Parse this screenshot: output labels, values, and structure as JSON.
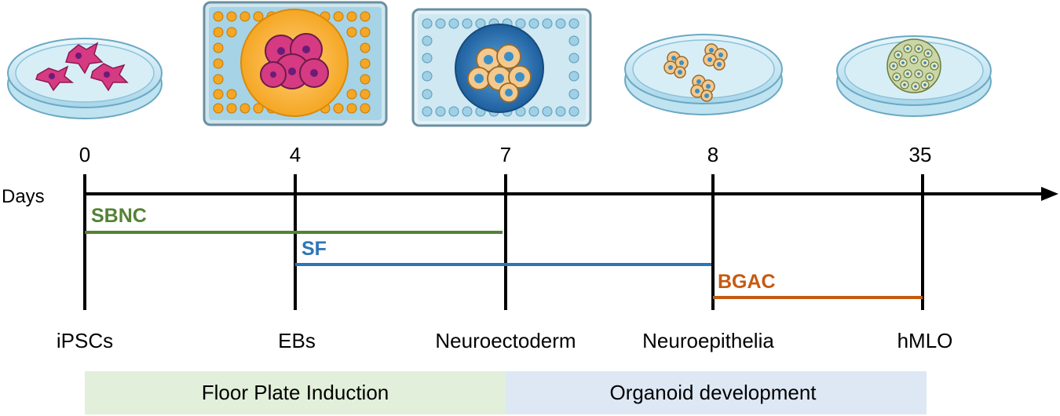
{
  "axis_label": "Days",
  "days": [
    {
      "day": "0",
      "stage": "iPSCs",
      "image": "petri-dish-icon"
    },
    {
      "day": "4",
      "stage": "EBs",
      "image": "well-plate-icon"
    },
    {
      "day": "7",
      "stage": "Neuroectoderm",
      "image": "well-plate-icon"
    },
    {
      "day": "8",
      "stage": "Neuroepithelia",
      "image": "petri-dish-icon"
    },
    {
      "day": "35",
      "stage": "hMLO",
      "image": "petri-dish-icon"
    }
  ],
  "media": [
    {
      "name": "SBNC",
      "start": "0",
      "end": "7",
      "color": "#548235"
    },
    {
      "name": "SF",
      "start": "4",
      "end": "8",
      "color": "#2e75b6"
    },
    {
      "name": "BGAC",
      "start": "8",
      "end": "35",
      "color": "#c55a11"
    }
  ],
  "phases": [
    {
      "label": "Floor Plate Induction",
      "color": "#e2efda"
    },
    {
      "label": "Organoid development",
      "color": "#dde8f4"
    }
  ]
}
